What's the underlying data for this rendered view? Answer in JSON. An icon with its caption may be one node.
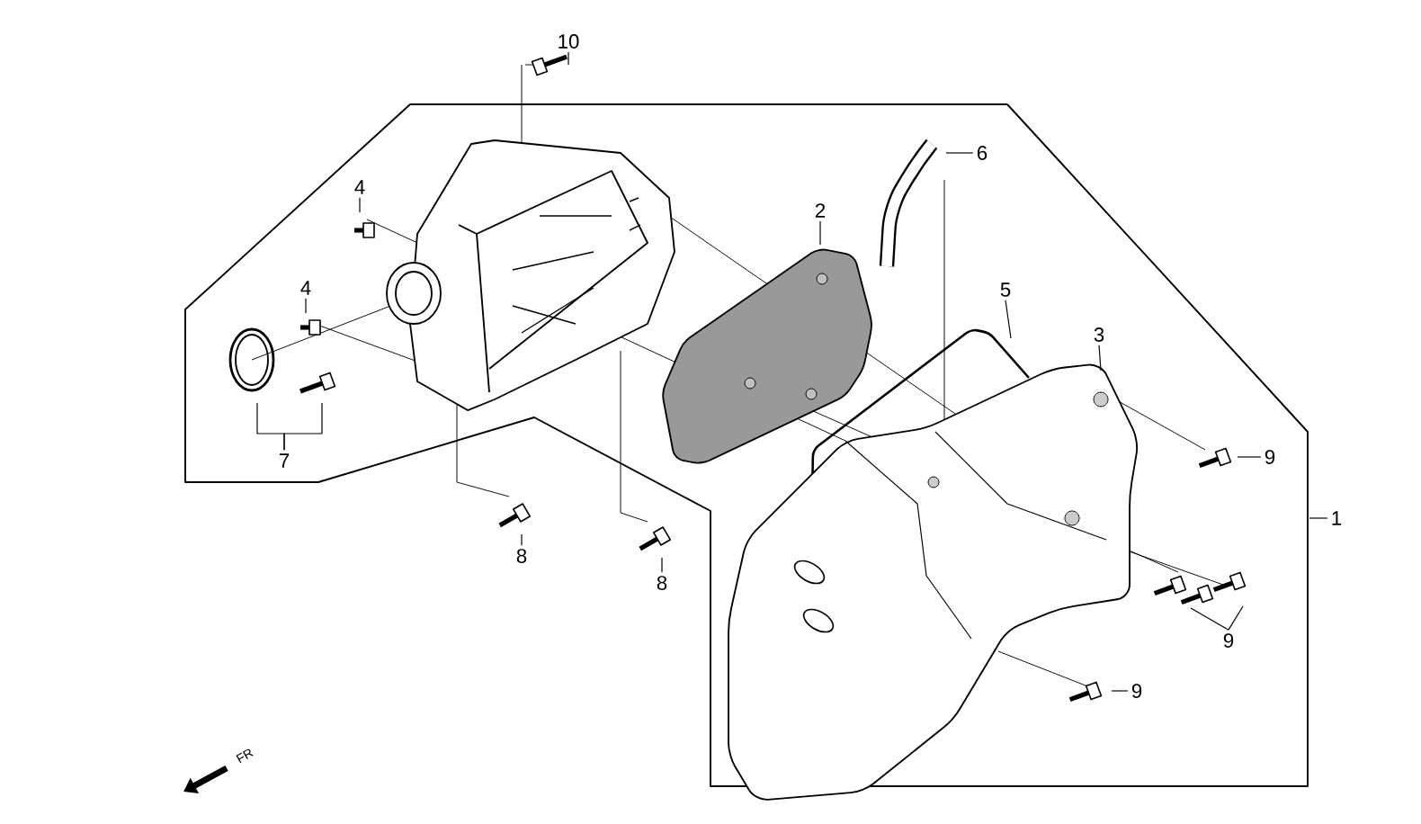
{
  "diagram": {
    "nodes": [
      {
        "text": [
          "10"
        ]
      },
      {
        "text": [
          "4"
        ]
      },
      {
        "text": [
          "4"
        ]
      },
      {
        "text": [
          "6"
        ]
      },
      {
        "text": [
          "2"
        ]
      },
      {
        "text": [
          "5"
        ]
      },
      {
        "text": [
          "3"
        ]
      },
      {
        "text": [
          "1"
        ]
      },
      {
        "text": [
          "7"
        ]
      },
      {
        "text": [
          "8"
        ]
      },
      {
        "text": [
          "8"
        ]
      },
      {
        "text": [
          "9"
        ]
      },
      {
        "text": [
          "9"
        ]
      },
      {
        "text": [
          "9"
        ]
      }
    ],
    "edges": [
      {
        "from": 0,
        "to": null,
        "arrow": "none"
      },
      {
        "from": 1,
        "to": null,
        "arrow": "none"
      },
      {
        "from": 2,
        "to": null,
        "arrow": "none"
      },
      {
        "from": 3,
        "to": null,
        "arrow": "none"
      },
      {
        "from": 4,
        "to": null,
        "arrow": "none"
      },
      {
        "from": 5,
        "to": null,
        "arrow": "none"
      },
      {
        "from": 6,
        "to": null,
        "arrow": "none"
      },
      {
        "from": 7,
        "to": null,
        "arrow": "none"
      },
      {
        "from": 8,
        "to": null,
        "arrow": "none"
      },
      {
        "from": 8,
        "to": null,
        "arrow": "none"
      },
      {
        "from": 9,
        "to": null,
        "arrow": "none"
      },
      {
        "from": 10,
        "to": null,
        "arrow": "none"
      },
      {
        "from": 11,
        "to": null,
        "arrow": "none"
      },
      {
        "from": 12,
        "to": null,
        "arrow": "none"
      },
      {
        "from": 12,
        "to": null,
        "arrow": "none"
      },
      {
        "from": 13,
        "to": null,
        "arrow": "none"
      }
    ],
    "labels": [
      "FR"
    ]
  }
}
